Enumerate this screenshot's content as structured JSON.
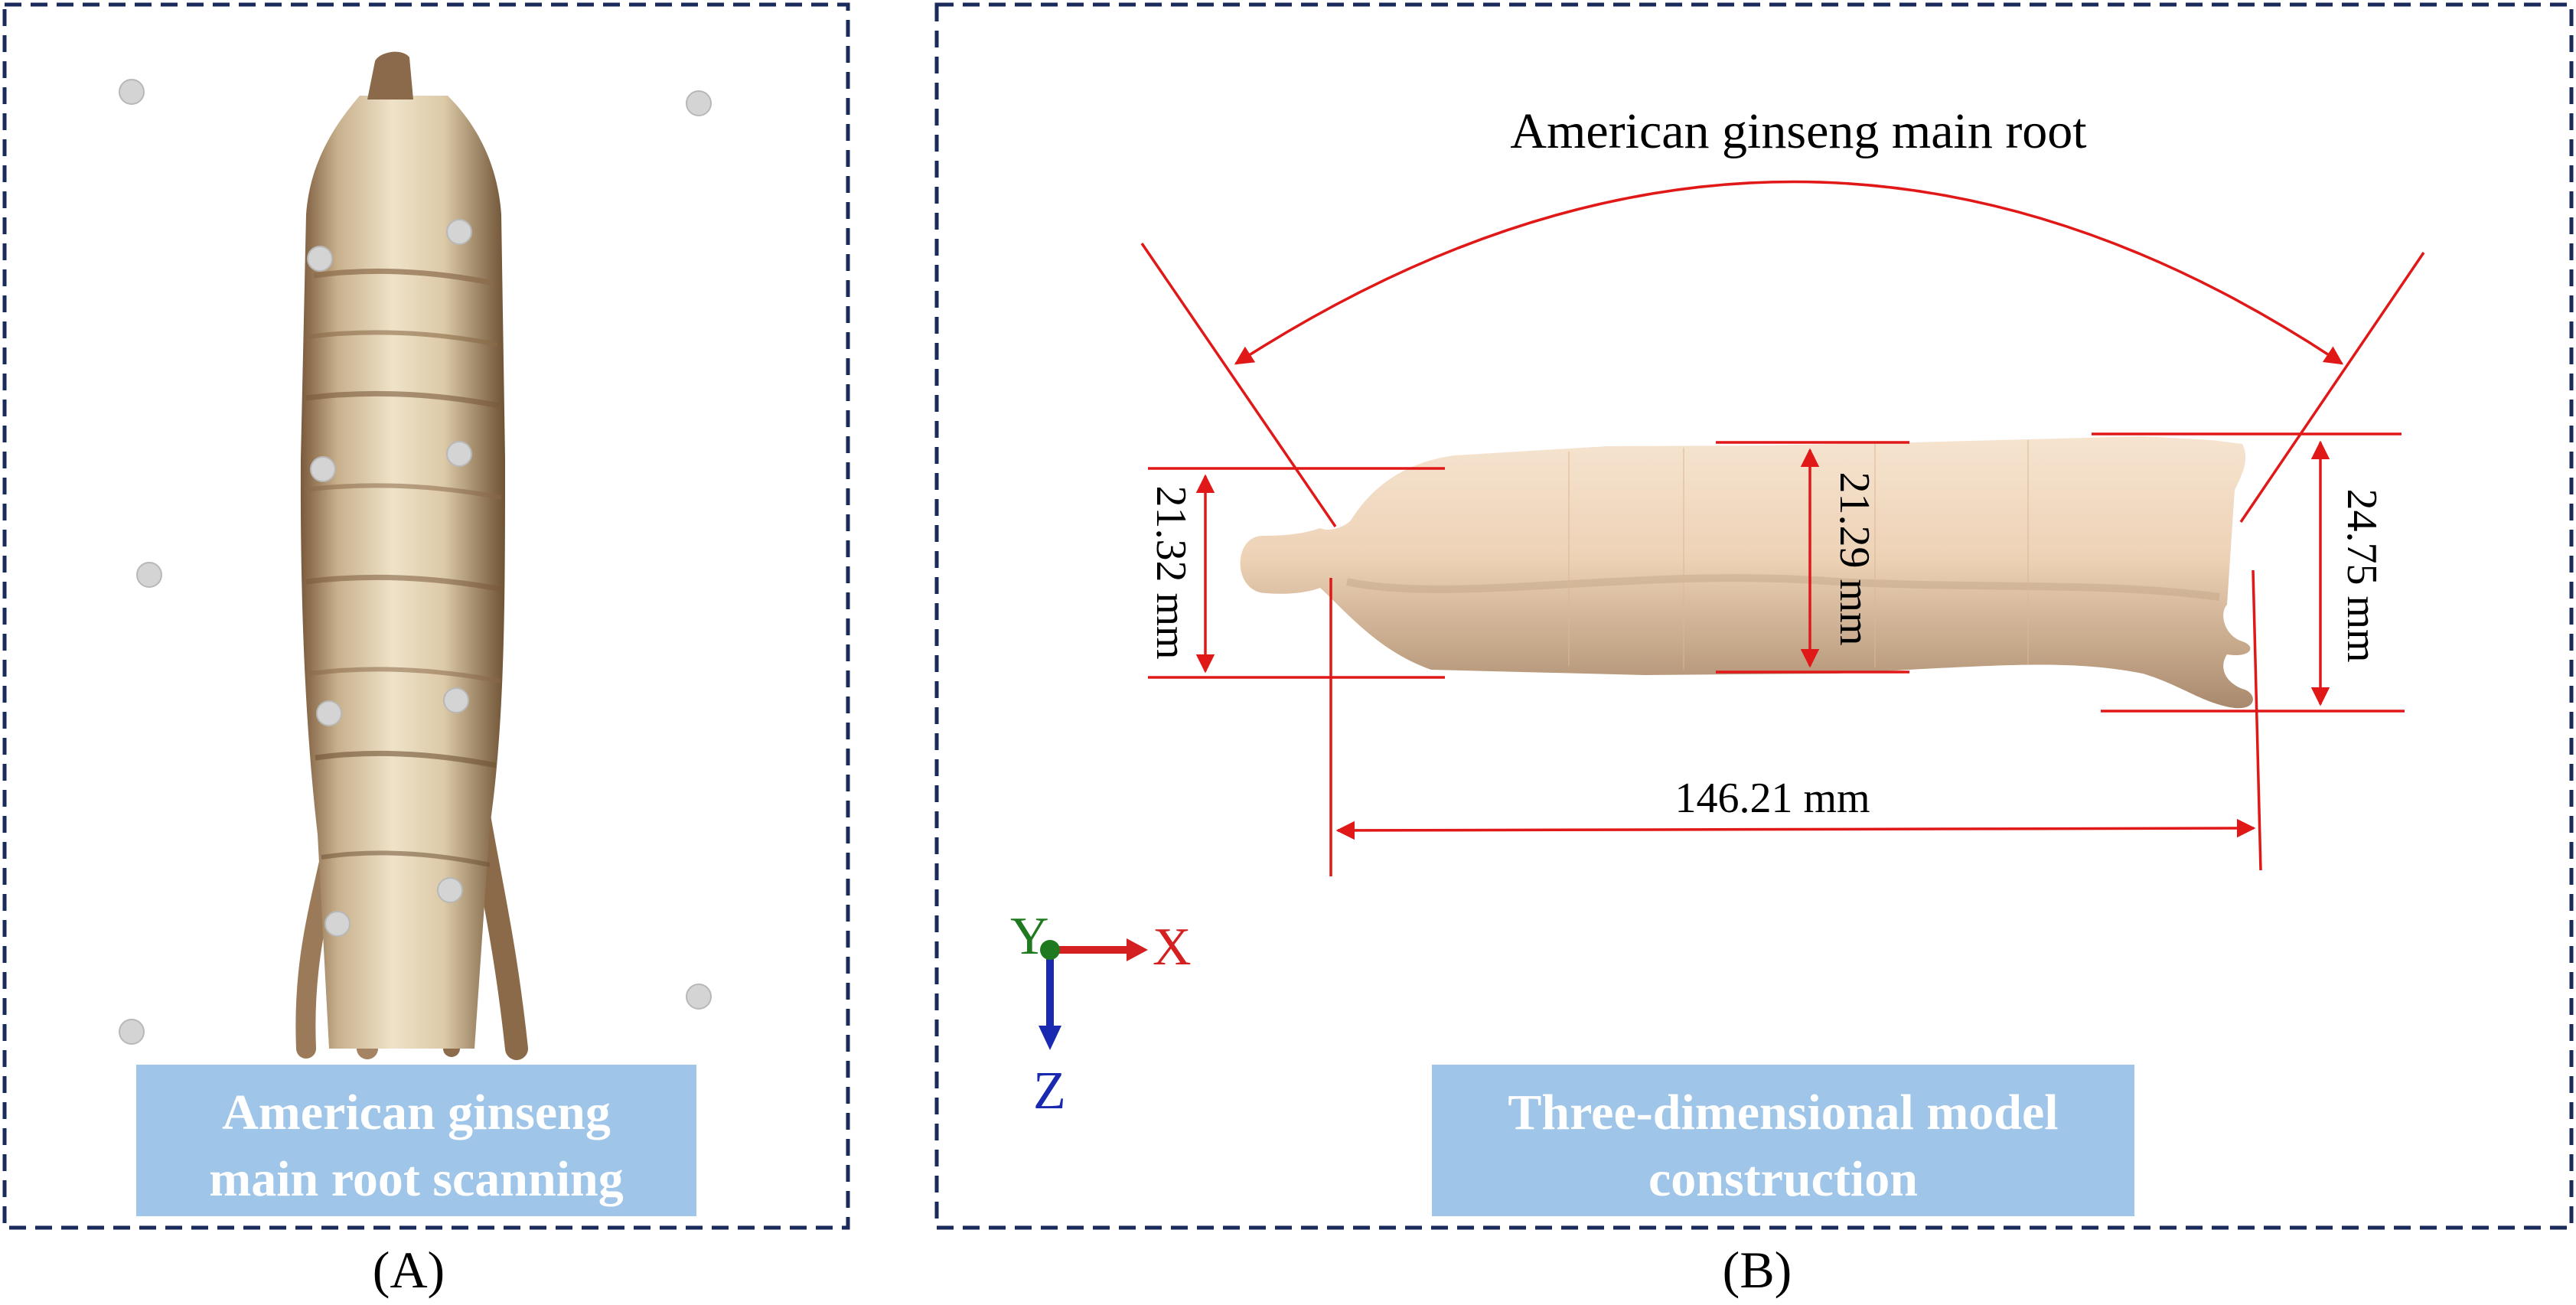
{
  "panels": {
    "a": {
      "label": "(A)",
      "caption_line1": "American ginseng",
      "caption_line2": "main root scanning"
    },
    "b": {
      "label": "(B)",
      "title": "American ginseng main root",
      "caption_line1": "Three-dimensional model",
      "caption_line2": "construction"
    }
  },
  "measurements": {
    "left_diameter": "21.32 mm",
    "middle_diameter": "21.29 mm",
    "right_diameter": "24.75 mm",
    "length": "146.21 mm"
  },
  "axes": {
    "y": "Y",
    "x": "X",
    "z": "Z"
  },
  "colors": {
    "frame": "#1a2a5a",
    "caption_bg": "#9fc5e8",
    "dimension_line": "#e01818",
    "axis_x": "#d42020",
    "axis_y": "#1f7a1f",
    "axis_z": "#1a2ab0",
    "marker": "#d4d4d4"
  }
}
